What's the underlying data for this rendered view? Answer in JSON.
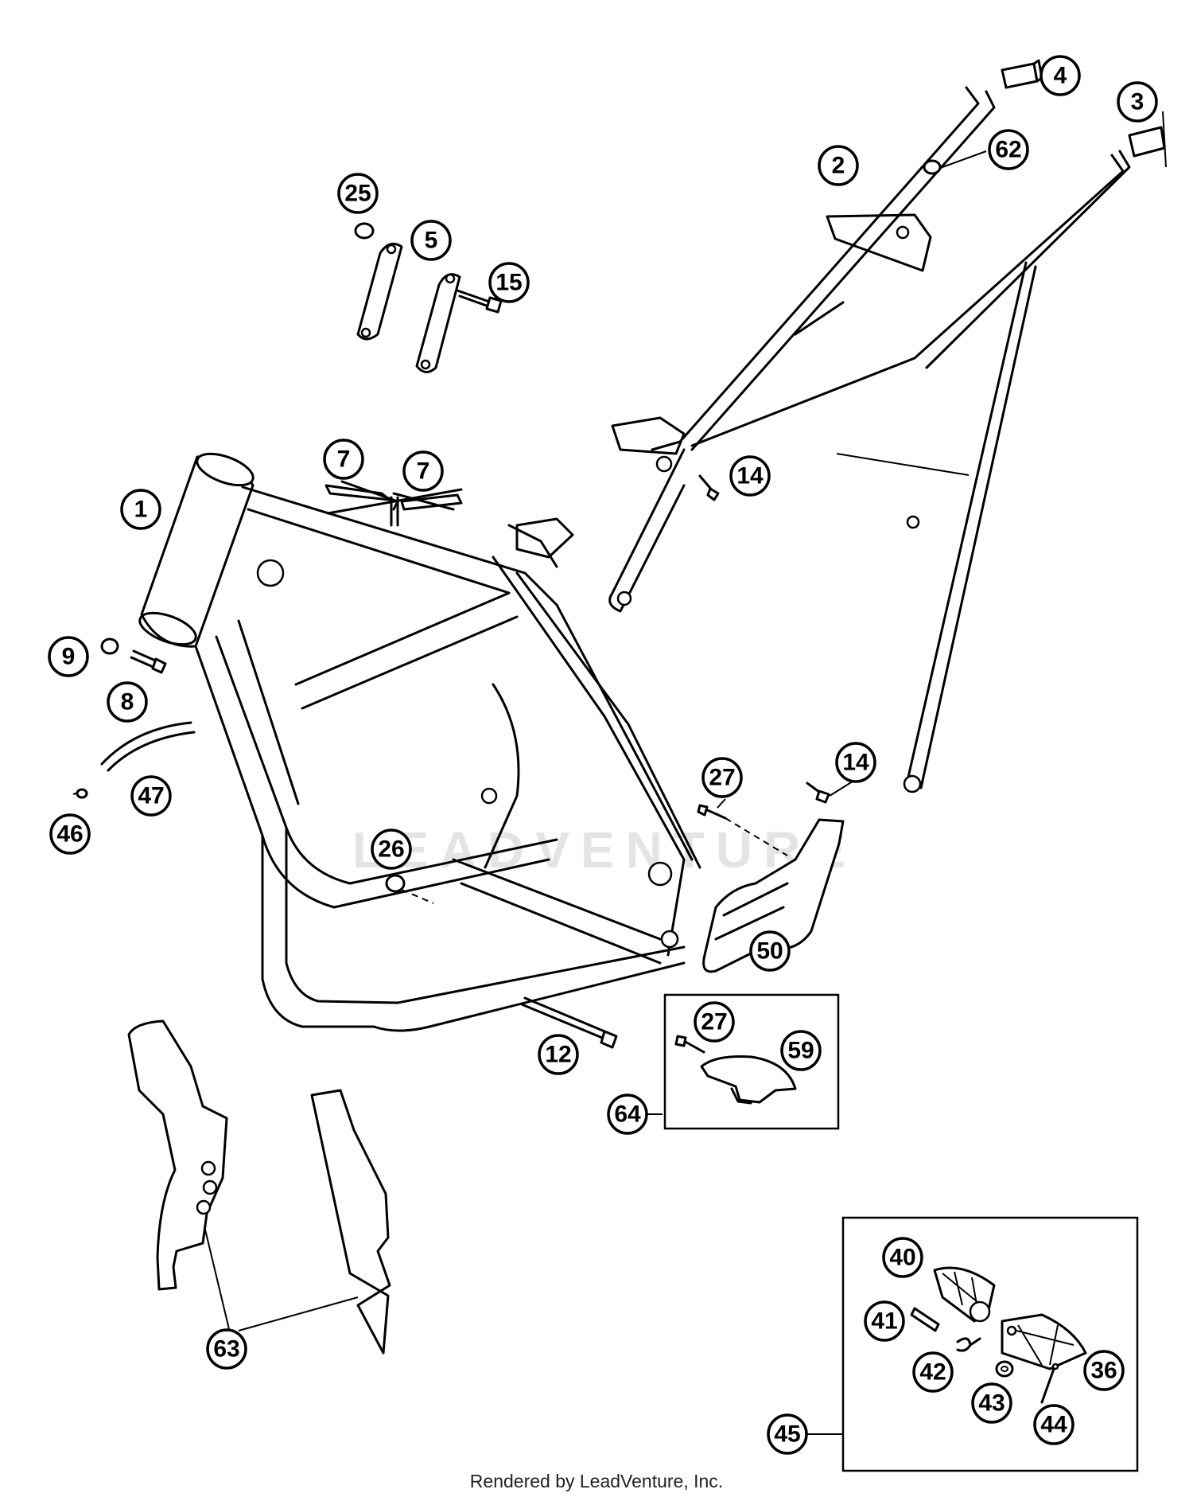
{
  "footer": {
    "text": "Rendered by LeadVenture, Inc."
  },
  "watermark": {
    "text": "LEADVENTURE"
  },
  "callouts": [
    {
      "id": "frame",
      "label": "1"
    },
    {
      "id": "subframe",
      "label": "2"
    },
    {
      "id": "cap-right",
      "label": "3"
    },
    {
      "id": "cap-left",
      "label": "4"
    },
    {
      "id": "engine-bracket",
      "label": "5"
    },
    {
      "id": "cable-guide-left",
      "label": "7"
    },
    {
      "id": "cable-guide-right",
      "label": "7"
    },
    {
      "id": "screw-8",
      "label": "8"
    },
    {
      "id": "nut-9",
      "label": "9"
    },
    {
      "id": "swingarm-bolt",
      "label": "12"
    },
    {
      "id": "screw-14-upper",
      "label": "14"
    },
    {
      "id": "screw-14-lower",
      "label": "14"
    },
    {
      "id": "screw-15",
      "label": "15"
    },
    {
      "id": "nut-25",
      "label": "25"
    },
    {
      "id": "nut-26",
      "label": "26"
    },
    {
      "id": "screw-27-upper",
      "label": "27"
    },
    {
      "id": "screw-27-kit",
      "label": "27"
    },
    {
      "id": "footrest-right",
      "label": "36"
    },
    {
      "id": "footrest-left",
      "label": "40"
    },
    {
      "id": "pin-41",
      "label": "41"
    },
    {
      "id": "spring-42",
      "label": "42"
    },
    {
      "id": "washer-43",
      "label": "43"
    },
    {
      "id": "cotter-44",
      "label": "44"
    },
    {
      "id": "footrest-kit",
      "label": "45"
    },
    {
      "id": "clamp-46",
      "label": "46"
    },
    {
      "id": "hose-47",
      "label": "47"
    },
    {
      "id": "chain-guide-50",
      "label": "50"
    },
    {
      "id": "slider-59",
      "label": "59"
    },
    {
      "id": "nut-62",
      "label": "62"
    },
    {
      "id": "frame-protectors",
      "label": "63"
    },
    {
      "id": "slider-kit",
      "label": "64"
    }
  ]
}
